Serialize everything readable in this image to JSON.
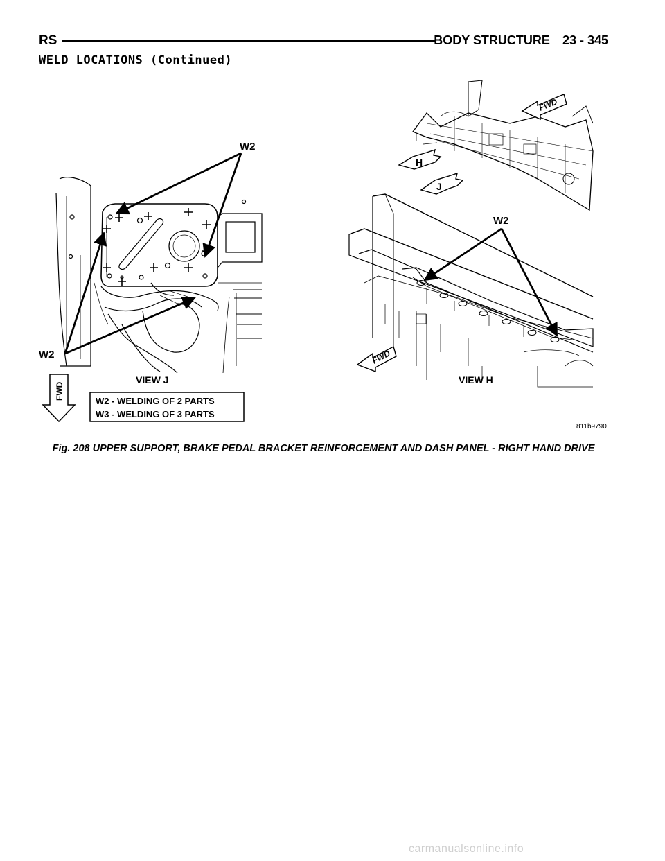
{
  "header": {
    "left": "RS",
    "title": "BODY STRUCTURE",
    "page": "23 - 345"
  },
  "section": {
    "heading": "WELD LOCATIONS (Continued)"
  },
  "figure": {
    "labels": {
      "w2": "W2",
      "view_j": "VIEW J",
      "view_h": "VIEW H",
      "fwd": "FWD",
      "h": "H",
      "j": "J",
      "code": "811b9790"
    },
    "legend": [
      "W2 - WELDING OF 2 PARTS",
      "W3 - WELDING OF 3 PARTS"
    ]
  },
  "caption": "Fig. 208 UPPER SUPPORT, BRAKE PEDAL BRACKET REINFORCEMENT AND DASH PANEL - RIGHT HAND DRIVE",
  "footer": {
    "watermark": "carmanualsonline.info"
  }
}
